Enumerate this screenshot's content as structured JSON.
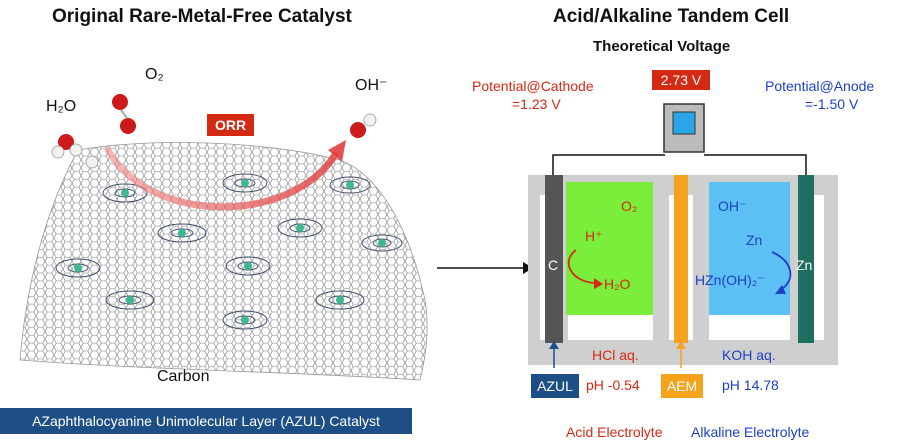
{
  "left_panel": {
    "title": "Original Rare-Metal-Free Catalyst",
    "h2o_label": "H₂O",
    "o2_label": "O₂",
    "oh_label": "OH⁻",
    "orr_label": "ORR",
    "carbon_label": "Carbon",
    "caption": "AZaphthalocyanine Unimolecular Layer (AZUL) Catalyst"
  },
  "right_panel": {
    "title": "Acid/Alkaline Tandem Cell",
    "subtitle": "Theoretical Voltage",
    "voltage": "2.73 V",
    "cathode_potential_line1": "Potential@Cathode",
    "cathode_potential_line2": "=1.23 V",
    "anode_potential_line1": "Potential@Anode",
    "anode_potential_line2": "=-1.50 V",
    "electrode_c": "C",
    "electrode_zn": "Zn",
    "acid_o2": "O₂",
    "acid_h": "H⁺",
    "acid_h2o": "H₂O",
    "alk_oh": "OH⁻",
    "alk_zn": "Zn",
    "alk_hzn": "HZn(OH)₂⁻",
    "hcl_label": "HCl aq.",
    "koh_label": "KOH aq.",
    "azul_label": "AZUL",
    "ph_acid": "pH -0.54",
    "aem_label": "AEM",
    "ph_alk": "pH 14.78",
    "acid_electrolyte": "Acid Electrolyte",
    "alkaline_electrolyte": "Alkaline Electrolyte"
  },
  "colors": {
    "acid_fill": "#7aee3a",
    "alkaline_fill": "#5cc0f5",
    "aem_fill": "#f5a21c",
    "zn_fill": "#1f6e62",
    "carbon_electrode": "#555555",
    "azul_box": "#1d4f86",
    "orr_box": "#d42a14",
    "voltage_box": "#d42a14"
  }
}
